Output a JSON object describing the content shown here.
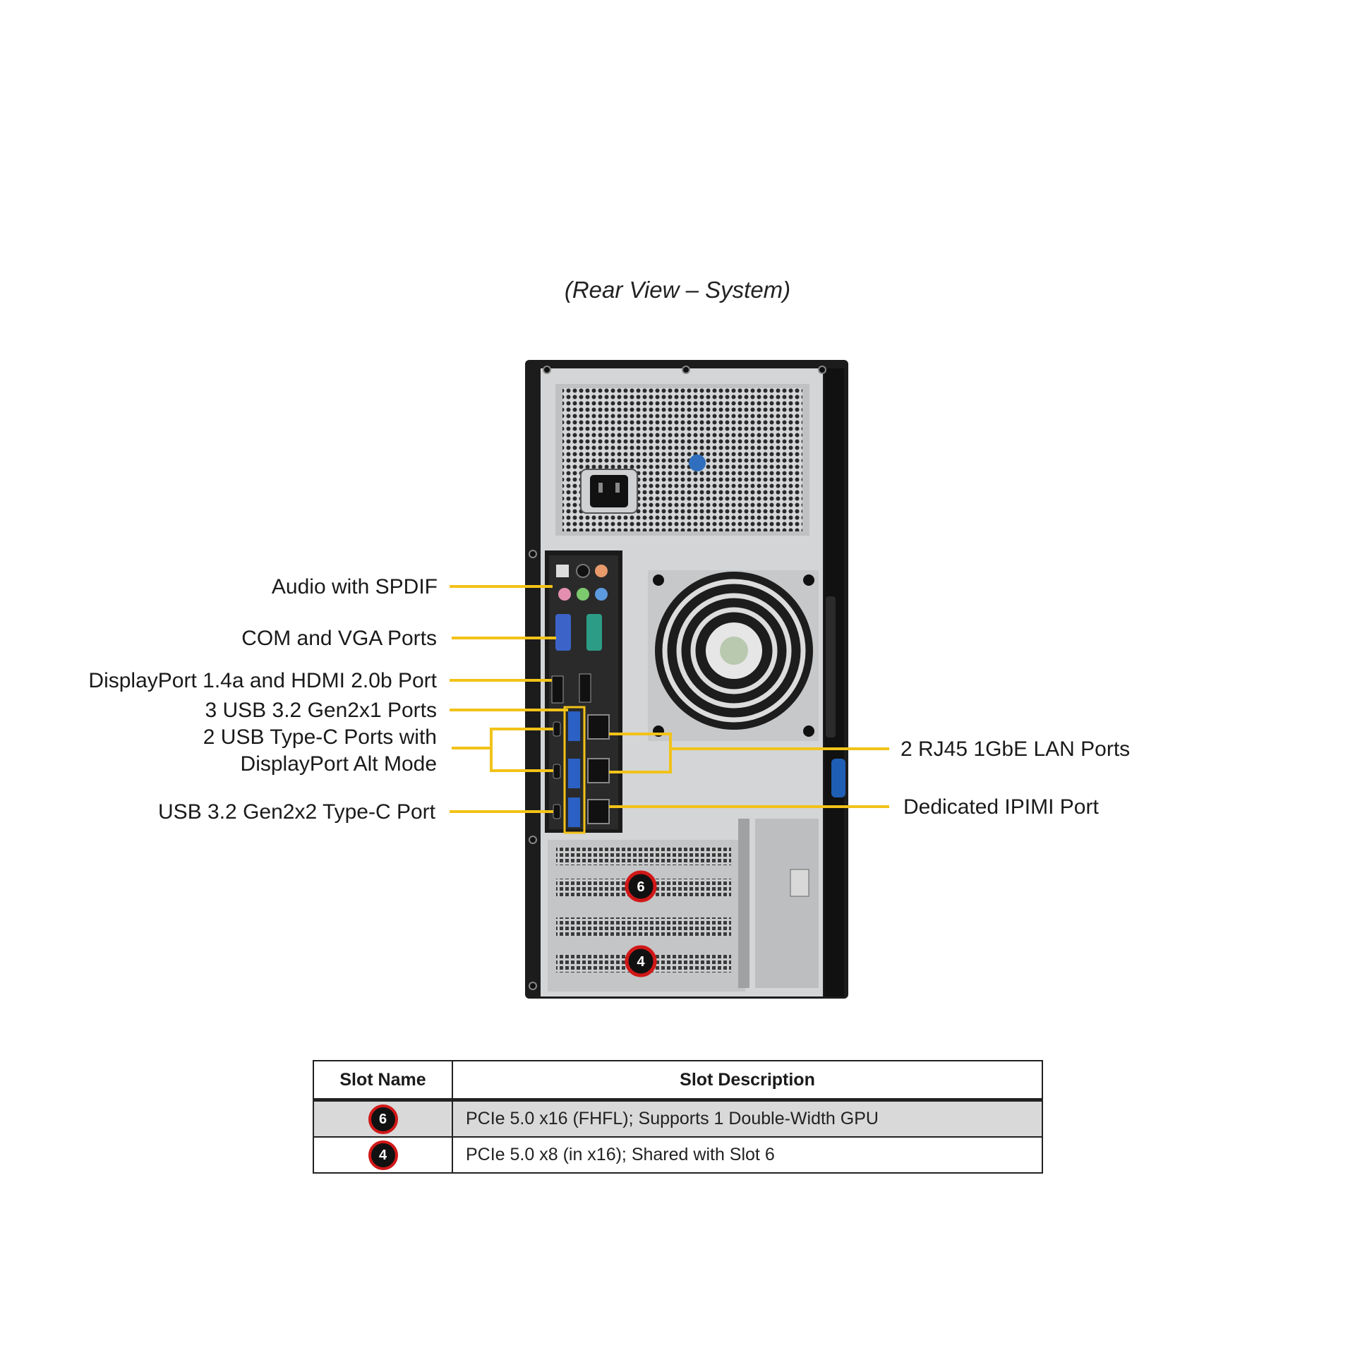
{
  "caption": "(Rear View – System)",
  "callouts": {
    "audio": "Audio with  SPDIF",
    "com_vga": "COM and VGA Ports",
    "displayport_hdmi": "DisplayPort 1.4a and HDMI  2.0b Port",
    "usb_gen2x1": "3 USB 3.2 Gen2x1  Ports",
    "usb_typec_line1": "2 USB Type-C  Ports with",
    "usb_typec_line2": "DisplayPort Alt Mode",
    "usb_gen2x2": "USB 3.2 Gen2x2 Type-C  Port",
    "rj45": "2 RJ45 1GbE LAN Ports",
    "ipmi": "Dedicated IPIMI  Port"
  },
  "expansion_slots": [
    {
      "number": "6"
    },
    {
      "number": "4"
    }
  ],
  "slot_table": {
    "headers": {
      "name": "Slot Name",
      "description": "Slot Description"
    },
    "rows": [
      {
        "slot": "6",
        "description": "PCIe  5.0 x16 (FHFL);  Supports 1 Double-Width  GPU"
      },
      {
        "slot": "4",
        "description": "PCIe  5.0 x8  (in x16); Shared  with Slot 6"
      }
    ]
  },
  "colors": {
    "leader_line": "#f2c218",
    "slot_badge_ring": "#d11818",
    "chassis": "#1c1c1c",
    "panel": "#d3d5d7"
  }
}
